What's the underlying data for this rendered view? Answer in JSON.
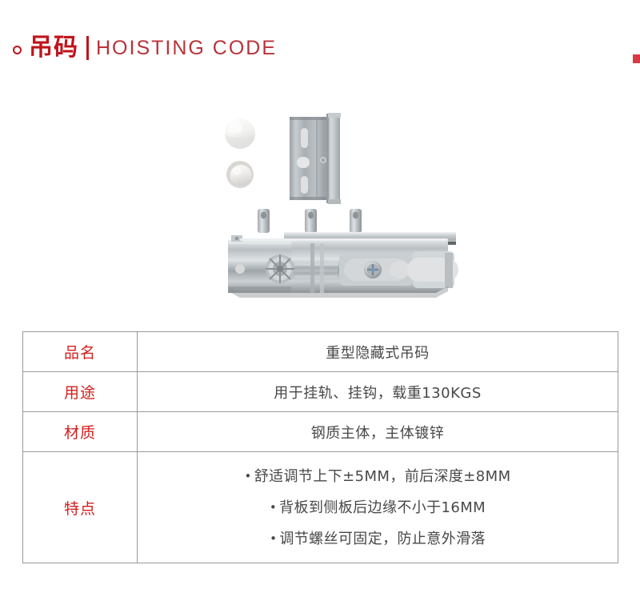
{
  "header": {
    "bullet_icon": "ring-icon",
    "title_cn": "吊码",
    "separator": "|",
    "title_en": "HOISTING CODE",
    "accent_color": "#c0141b",
    "en_color": "#b8333a"
  },
  "product_image": {
    "caption": "",
    "parts": [
      {
        "name": "white-cap-large",
        "description": "白色塑料盖帽",
        "color": "#f2f2f0"
      },
      {
        "name": "white-cap-small",
        "description": "白色塑料盖帽(小)",
        "color": "#eeeeec"
      },
      {
        "name": "mounting-plate",
        "description": "镀锌钢背板(长条孔)",
        "color": "#a9aeb1"
      },
      {
        "name": "hoisting-bracket",
        "description": "重型隐藏式吊码主体",
        "color": "#c3c8cb"
      }
    ]
  },
  "spec_table": {
    "rows": [
      {
        "label": "品名",
        "value": "重型隐藏式吊码"
      },
      {
        "label": "用途",
        "value": "用于挂轨、挂钩，载重130KGS"
      },
      {
        "label": "材质",
        "value": "钢质主体，主体镀锌"
      }
    ],
    "features_row": {
      "label": "特点",
      "items": [
        "舒适调节上下±5MM，前后深度±8MM",
        "背板到侧板后边缘不小于16MM",
        "调节螺丝可固定，防止意外滑落"
      ]
    },
    "label_color": "#d2201f",
    "value_color": "#484848",
    "border_color": "#9a9a9a"
  }
}
